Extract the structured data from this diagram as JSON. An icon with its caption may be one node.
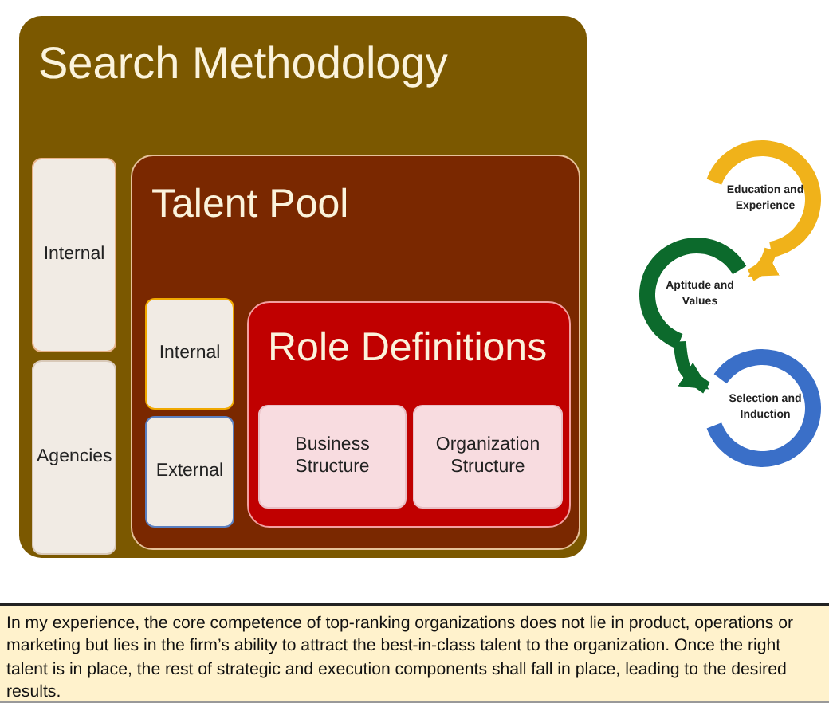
{
  "diagram": {
    "nodes": [
      {
        "text": [
          "Search Methodology"
        ]
      },
      {
        "text": [
          "Internal"
        ],
        "in": 0
      },
      {
        "text": [
          "Agencies"
        ],
        "in": 0
      },
      {
        "text": [
          "Talent Pool"
        ],
        "in": 0
      },
      {
        "text": [
          "Internal"
        ],
        "in": 3
      },
      {
        "text": [
          "External"
        ],
        "in": 3
      },
      {
        "text": [
          "Role Definitions"
        ],
        "in": 3
      },
      {
        "text": [
          "Business Structure"
        ],
        "in": 6
      },
      {
        "text": [
          "Organization Structure"
        ],
        "in": 6
      },
      {
        "text": [
          "Education and Experience"
        ]
      },
      {
        "text": [
          "Aptitude and Values"
        ]
      },
      {
        "text": [
          "Selection and Induction"
        ]
      },
      {
        "text": [
          "In my experience, the core competence of top-ranking organizations does not lie in product, operations or marketing but lies in the firm’s ability to attract the best-in-class talent to the organization.  Once the right talent is in place, the rest of strategic and execution components shall fall in place, leading to the desired results."
        ]
      }
    ],
    "edges": [
      {
        "from": 9,
        "to": 10,
        "arrow": "to",
        "color": "#f0b21a"
      },
      {
        "from": 10,
        "to": 11,
        "arrow": "to",
        "color": "#0c6a2c"
      }
    ]
  }
}
